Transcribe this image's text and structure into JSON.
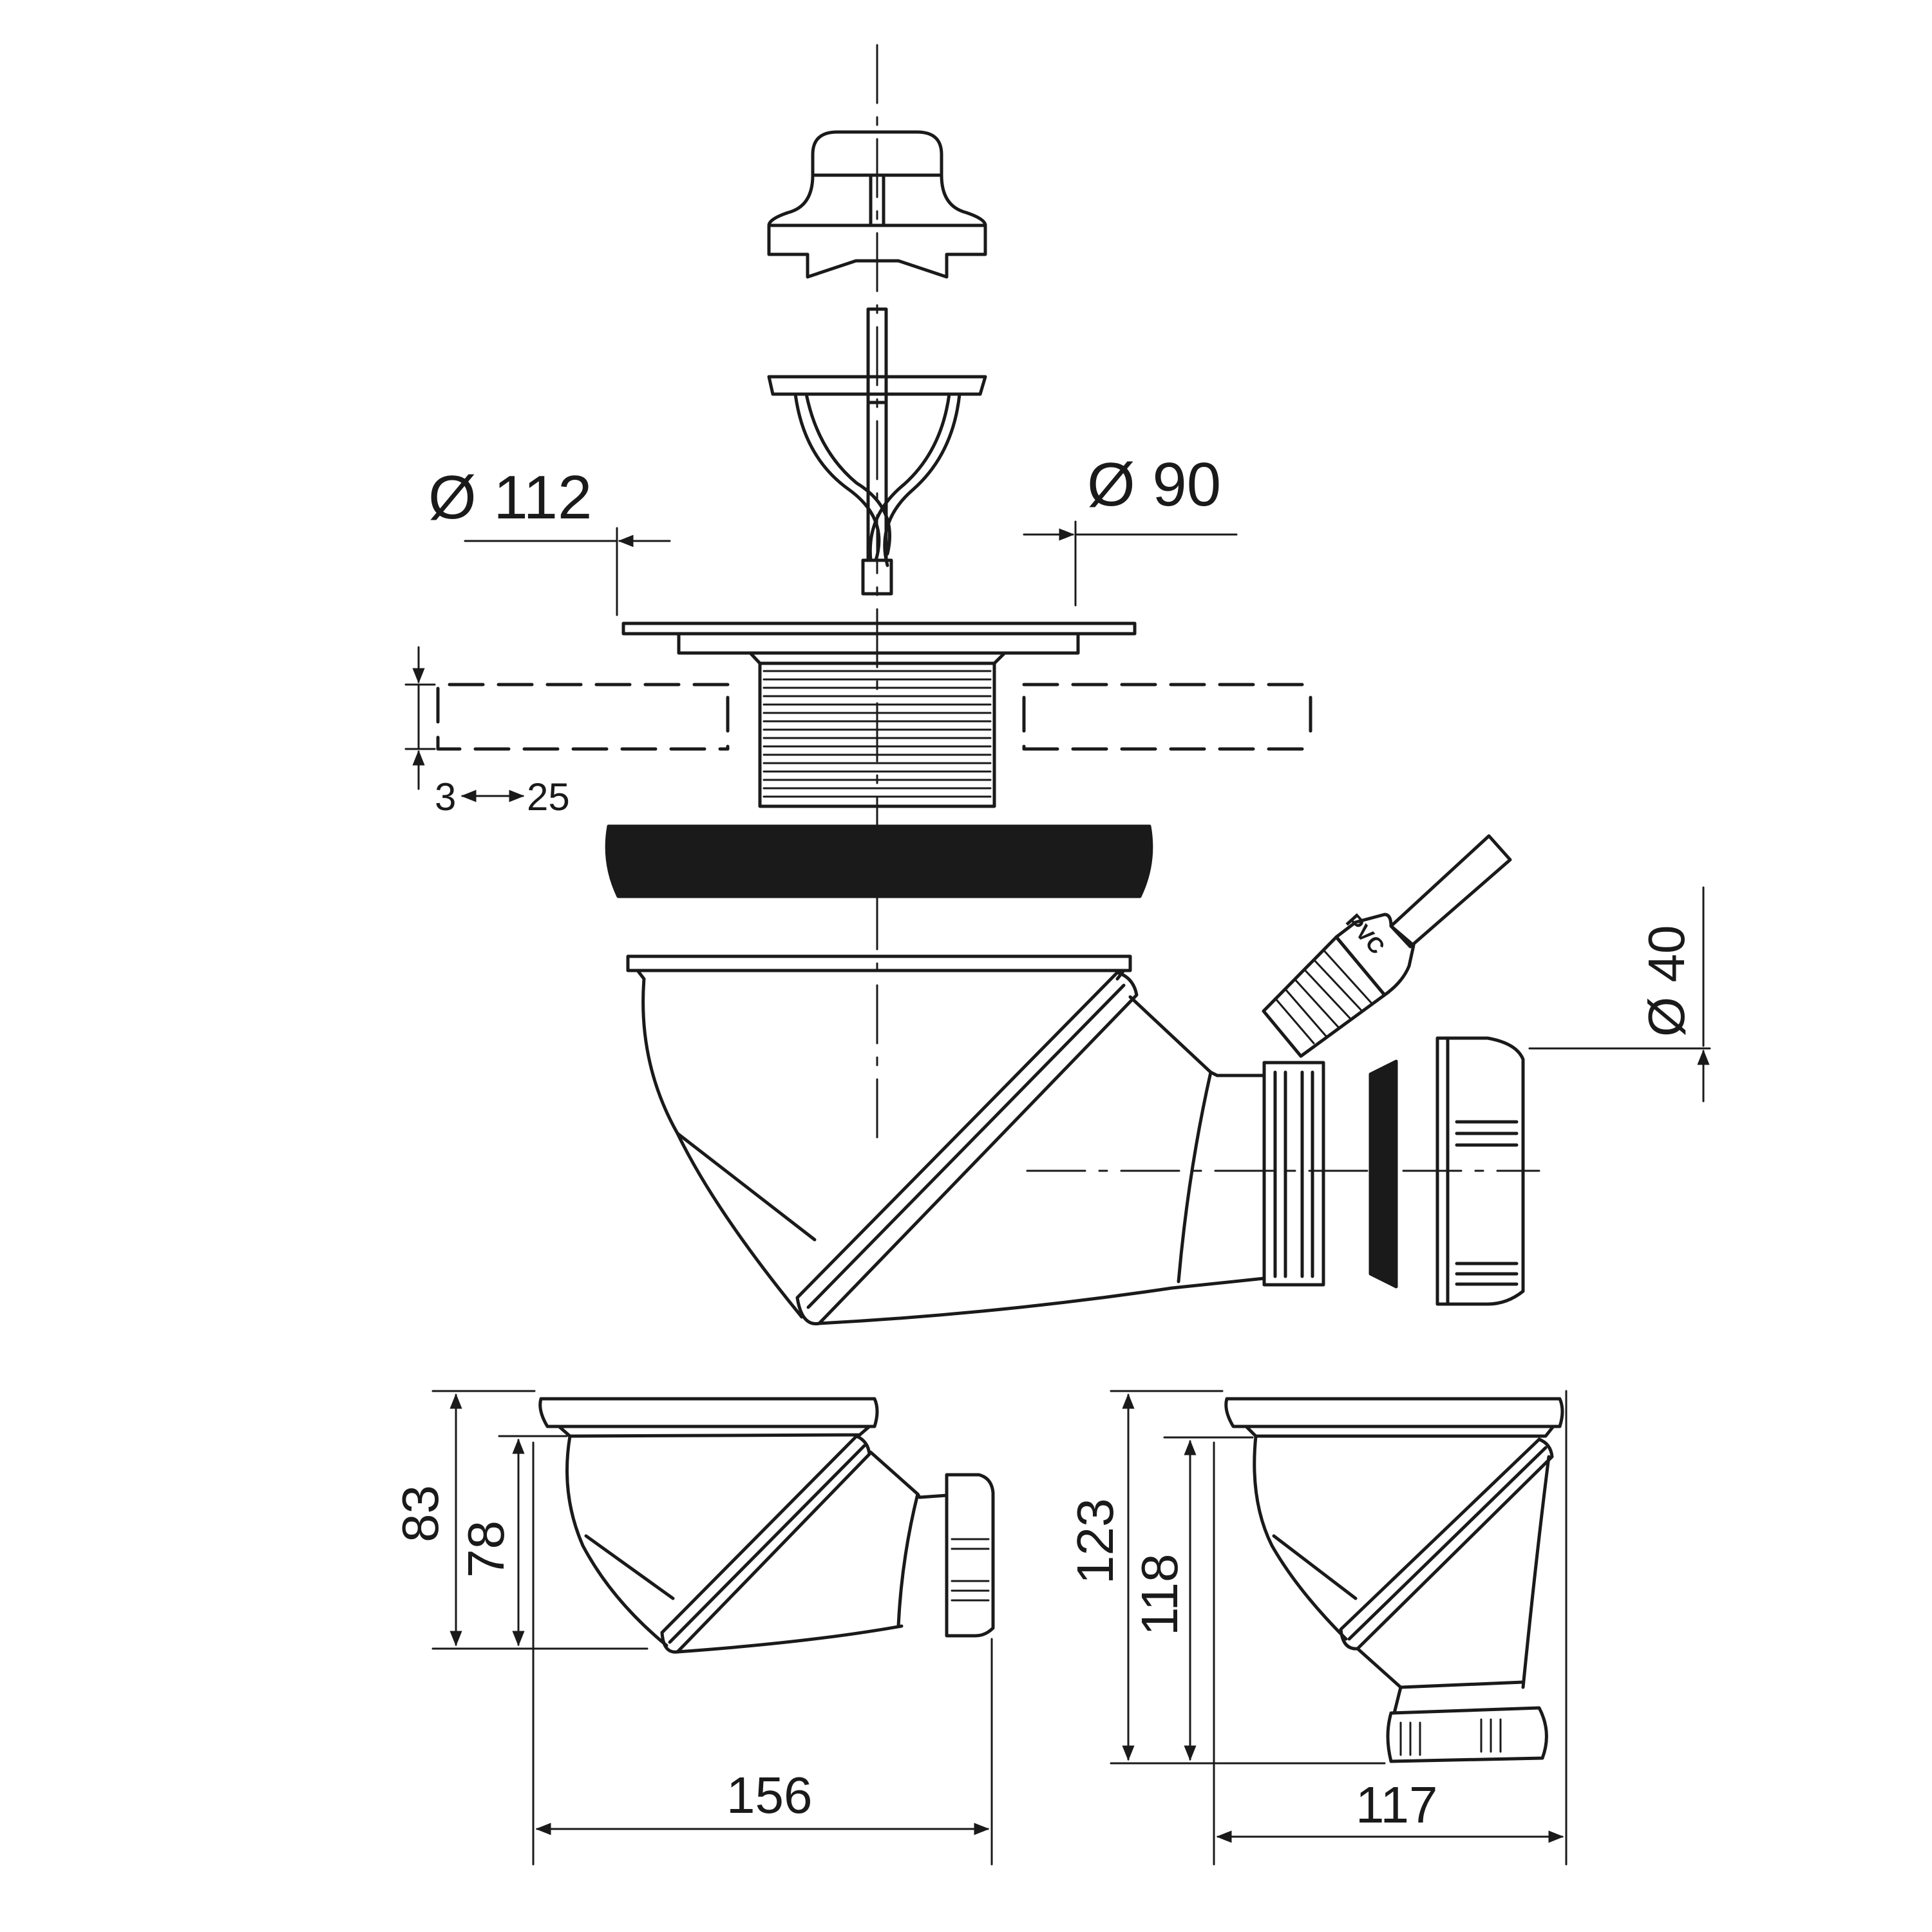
{
  "exploded_view": {
    "dimensions": {
      "flange_diameter": "Ø 112",
      "body_diameter": "Ø 90",
      "outlet_diameter": "Ø 40",
      "tray_thickness_min": "3",
      "tray_thickness_max": "25"
    },
    "brush_label": "PVC"
  },
  "side_view": {
    "dimensions": {
      "overall_height": "83",
      "body_height": "78",
      "overall_width": "156"
    }
  },
  "front_view": {
    "dimensions": {
      "overall_height": "123",
      "body_height": "118",
      "overall_width": "117"
    }
  },
  "colors": {
    "line": "#1a1a1a",
    "gasket_fill": "#1a1a1a",
    "background": "#ffffff"
  }
}
